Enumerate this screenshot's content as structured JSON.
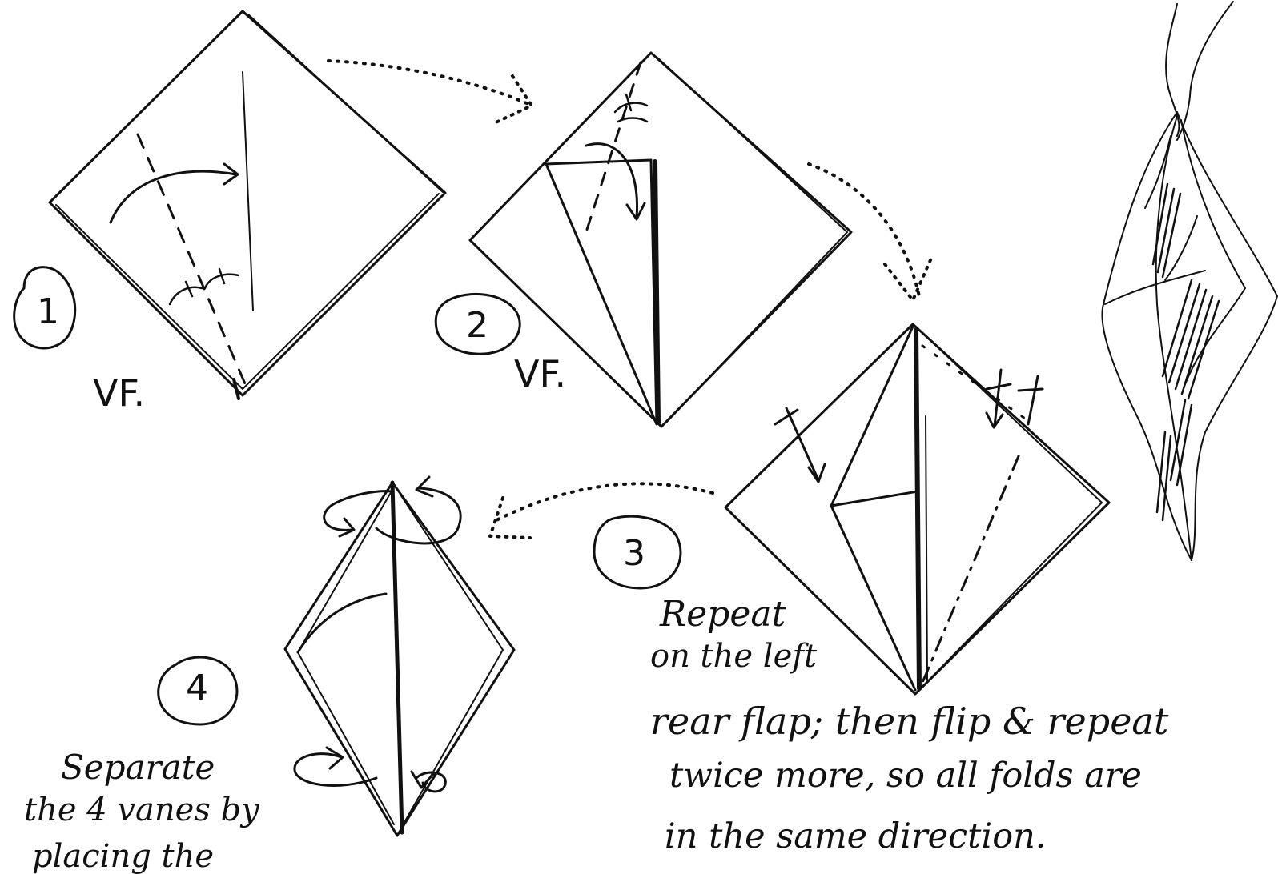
{
  "steps": [
    {
      "number": "1",
      "note": "VF."
    },
    {
      "number": "2",
      "note": "VF."
    },
    {
      "number": "3",
      "note": ""
    },
    {
      "number": "4",
      "note": ""
    }
  ],
  "instructions": {
    "step3_lines": [
      "Repeat",
      "on the left",
      "rear flap; then flip & repeat",
      "twice more, so all folds are",
      "in the same direction."
    ],
    "step4_lines": [
      "Separate",
      "the 4 vanes by",
      "placing the"
    ]
  },
  "colors": {
    "ink": "#111111",
    "paper": "#ffffff"
  }
}
